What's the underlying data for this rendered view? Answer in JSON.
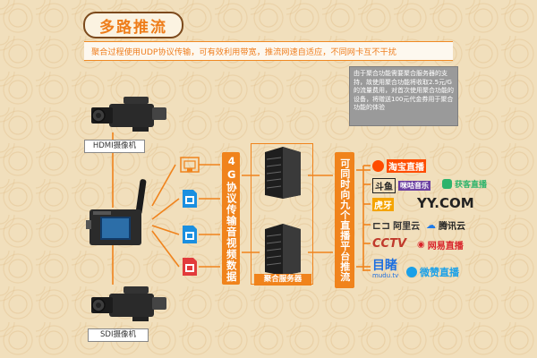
{
  "header": {
    "title": "多路推流",
    "description": "聚合过程使用UDP协议传输，可有效利用带宽，推流网速自适应，不同网卡互不干扰",
    "note": "由于聚合功能需要聚合服务器的支持，故使用聚合功能将收取2.5元/G的流量费用，对首次使用聚合功能的设备，将赠送100元代金券用于聚合功能的体验"
  },
  "cameras": [
    {
      "label": "HDMI摄像机",
      "icon": "video-camera-icon"
    },
    {
      "label": "SDI摄像机",
      "icon": "video-camera-icon"
    }
  ],
  "sim_cards": [
    {
      "icon": "sim-card-icon",
      "color": "#1a8fe0"
    },
    {
      "icon": "sim-card-icon",
      "color": "#1a8fe0"
    },
    {
      "icon": "sim-card-icon",
      "color": "#e23b3b"
    }
  ],
  "transport_label": "4G协议传输音视频数据",
  "server_label": "聚合服务器",
  "distribution_label": "可同时向九个直播平台推流",
  "platforms": [
    {
      "name": "淘宝直播",
      "color": "#ff4c00"
    },
    {
      "name": "斗鱼",
      "color": "#222222"
    },
    {
      "name": "咪咕音乐",
      "color": "#6b3fa0"
    },
    {
      "name": "获客直播",
      "color": "#2db36b"
    },
    {
      "name": "虎牙",
      "color": "#f5a400"
    },
    {
      "name": "YY.COM",
      "color": "#222222"
    },
    {
      "name": "阿里云",
      "color": "#333333"
    },
    {
      "name": "腾讯云",
      "color": "#1f7ae8"
    },
    {
      "name": "CCTV",
      "color": "#c0392b"
    },
    {
      "name": "网易直播",
      "color": "#d8232a"
    },
    {
      "name": "目睹",
      "color": "#1d6fe0"
    },
    {
      "name": "mudu.tv",
      "color": "#1d6fe0"
    },
    {
      "name": "微赞直播",
      "color": "#1aa0e8"
    }
  ],
  "colors": {
    "accent": "#f0831c",
    "background": "#f1dfbc",
    "title_border": "#7c4a1c"
  }
}
